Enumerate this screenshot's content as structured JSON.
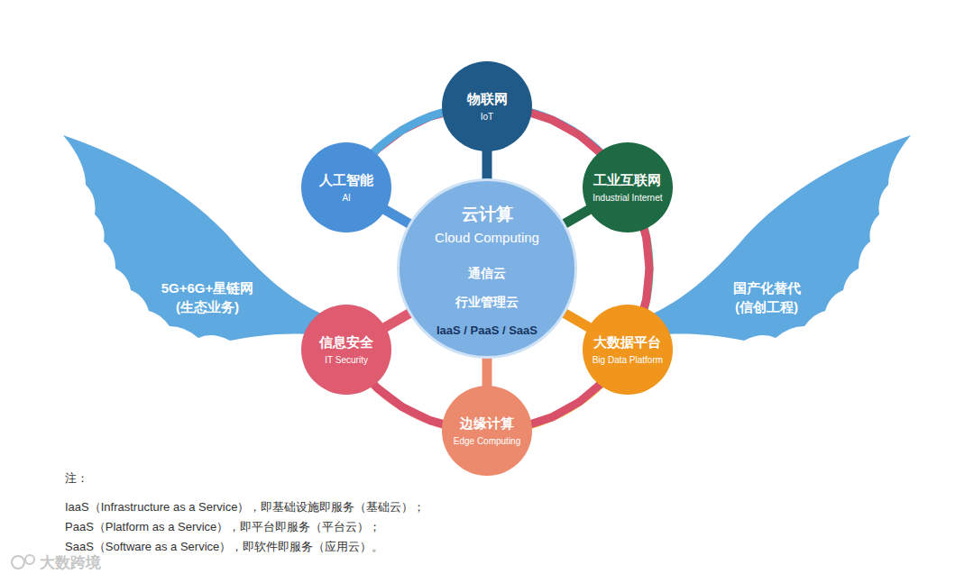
{
  "diagram": {
    "nodes": [
      {
        "text": [
          "物联网",
          "IoT"
        ]
      },
      {
        "text": [
          "人工智能",
          "AI"
        ]
      },
      {
        "text": [
          "工业互联网",
          "Industrial Internet"
        ]
      },
      {
        "text": [
          "云计算",
          "Cloud Computing",
          "IaaS / PaaS / SaaS"
        ]
      },
      {
        "text": [
          "通信云"
        ],
        "in": 3
      },
      {
        "text": [
          "行业管理云"
        ],
        "in": 3
      },
      {
        "text": [
          "5G+6G+星链网 (生态业务)"
        ]
      },
      {
        "text": [
          "国产化替代 (信创工程)"
        ]
      },
      {
        "text": [
          "信息安全",
          "IT Security"
        ]
      },
      {
        "text": [
          "大数据平台",
          "Big Data Platform"
        ]
      },
      {
        "text": [
          "边缘计算",
          "Edge Computing"
        ]
      }
    ],
    "edges": [
      {
        "from": 3,
        "to": 0,
        "arrow": "none"
      },
      {
        "from": 3,
        "to": 2,
        "arrow": "none"
      },
      {
        "from": 3,
        "to": 9,
        "arrow": "none"
      },
      {
        "from": 3,
        "to": 10,
        "arrow": "none"
      },
      {
        "from": 3,
        "to": 8,
        "arrow": "none"
      },
      {
        "from": 3,
        "to": 1,
        "arrow": "none"
      },
      {
        "from": 0,
        "to": 2,
        "arrow": "none"
      },
      {
        "from": 2,
        "to": 9,
        "arrow": "none"
      },
      {
        "from": 9,
        "to": 10,
        "arrow": "none"
      },
      {
        "from": 10,
        "to": 8,
        "arrow": "none"
      },
      {
        "from": 8,
        "to": 1,
        "arrow": "none"
      },
      {
        "from": 1,
        "to": 0,
        "arrow": "none"
      }
    ],
    "labels": [
      "注：",
      "IaaS（Infrastructure as a Service），即基础设施即服务（基础云）；",
      "PaaS（Platform as a Service），即平台即服务（平台云）；",
      "SaaS（Software as a Service），即软件即服务（应用云）。",
      "大数跨境"
    ]
  }
}
